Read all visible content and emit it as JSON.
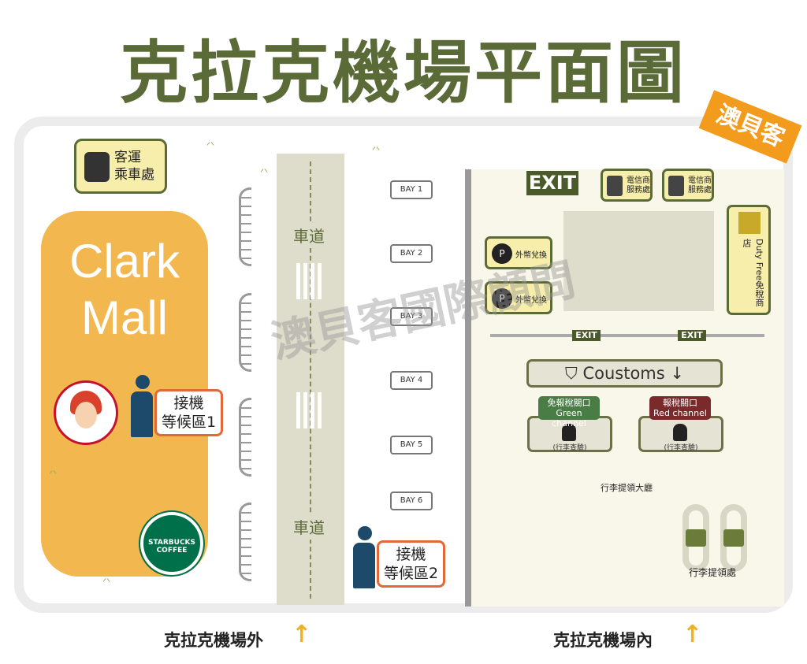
{
  "title": "克拉克機場平面圖",
  "brand": "澳貝客",
  "watermark": "澳貝客國際顧問",
  "outside": {
    "bus_stop": [
      "客運",
      "乘車處"
    ],
    "mall": [
      "Clark",
      "Mall"
    ],
    "starbucks": "STARBUCKS COFFEE",
    "wait1": [
      "接機",
      "等候區1"
    ],
    "wait2": [
      "接機",
      "等候區2"
    ],
    "road_label": "車道",
    "bays": [
      "BAY 1",
      "BAY 2",
      "BAY 3",
      "BAY 4",
      "BAY 5",
      "BAY 6"
    ]
  },
  "inside": {
    "exit": "EXIT",
    "telecom": [
      "電信商",
      "服務處"
    ],
    "forex": "外幣兌換",
    "duty_free": "Duty Free免稅商店",
    "customs": "Coustoms",
    "green": {
      "zh": "免報稅關口",
      "en": "Green channel",
      "color": "#4a7c45"
    },
    "red": {
      "zh": "報稅關口",
      "en": "Red channel",
      "color": "#7a2a2a"
    },
    "inspect": "(行李查驗)",
    "claim_hall": "行李提領大廳",
    "claim_area": "行李提領處"
  },
  "footer": {
    "outside": "克拉克機場外",
    "inside": "克拉克機場內"
  }
}
